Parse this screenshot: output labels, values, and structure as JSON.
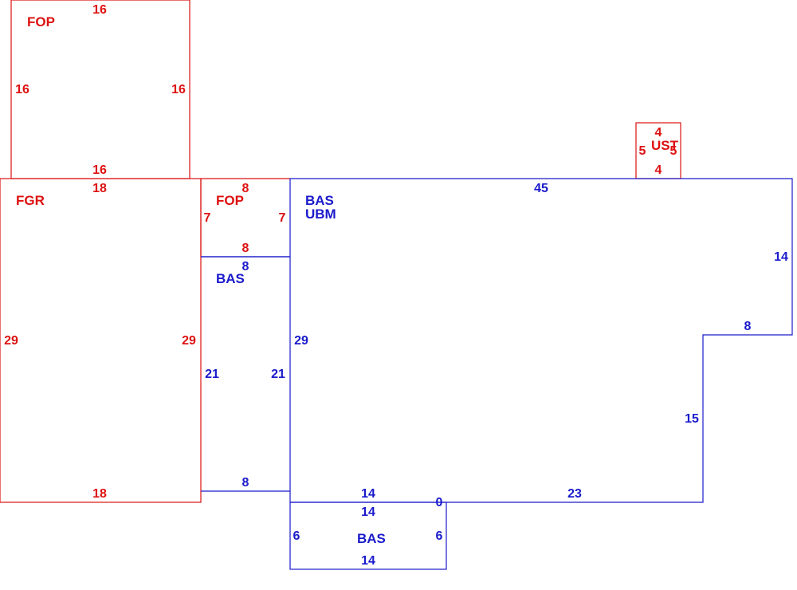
{
  "colors": {
    "red": "#dd1111",
    "blue": "#1a1acc"
  },
  "fop_top": {
    "name": "FOP",
    "dims": {
      "top": "16",
      "left": "16",
      "right": "16",
      "bottom": "16"
    }
  },
  "fgr": {
    "name": "FGR",
    "dims": {
      "top": "18",
      "left": "29",
      "right": "29",
      "bottom": "18"
    }
  },
  "fop_mid": {
    "name": "FOP",
    "dims": {
      "top": "8",
      "left": "7",
      "right": "7",
      "bottom": "8"
    }
  },
  "bas_small": {
    "name": "BAS",
    "dims": {
      "top": "8",
      "left": "21",
      "right": "21",
      "bottom": "8"
    }
  },
  "main": {
    "name1": "BAS",
    "name2": "UBM",
    "dims": {
      "top": "45",
      "right_upper": "14",
      "step": "8",
      "right_lower": "15",
      "bottom_right": "23",
      "bottom_left": "14",
      "left": "29",
      "zero": "0"
    }
  },
  "ust": {
    "name": "UST",
    "dims": {
      "top": "4",
      "left": "5",
      "right": "5",
      "bottom": "4"
    }
  },
  "bas_bottom": {
    "name": "BAS",
    "dims": {
      "top": "14",
      "left": "6",
      "right": "6",
      "bottom": "14"
    }
  }
}
